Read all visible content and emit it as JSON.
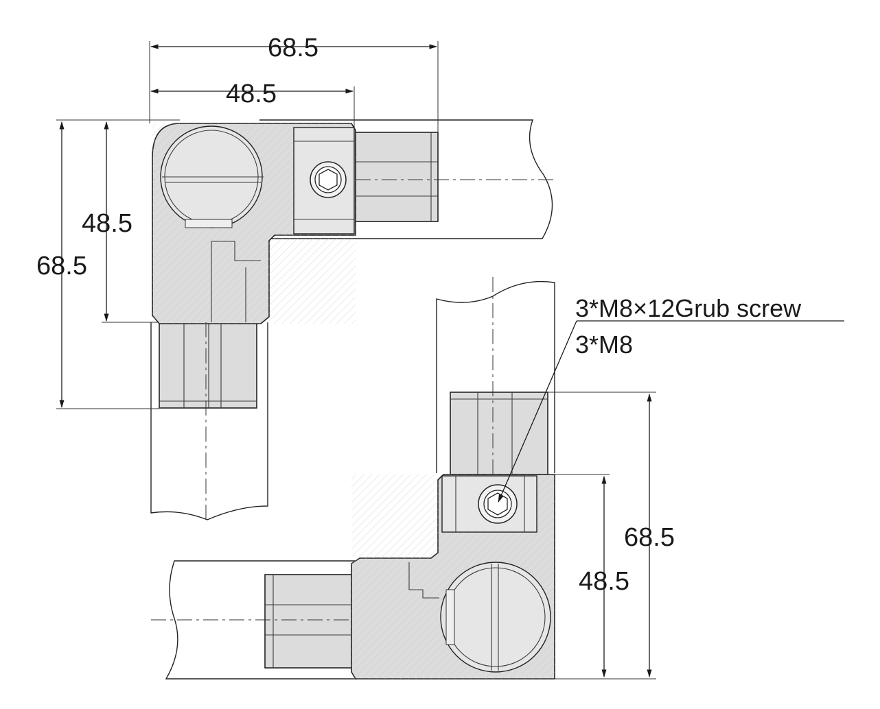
{
  "dimensions": {
    "top_view": {
      "overall_width": "68.5",
      "inner_width": "48.5",
      "inner_height": "48.5",
      "overall_height": "68.5"
    },
    "bottom_view": {
      "overall_height": "68.5",
      "inner_height": "48.5"
    }
  },
  "callout": {
    "line1": "3*M8×12Grub screw",
    "line2": "3*M8"
  }
}
